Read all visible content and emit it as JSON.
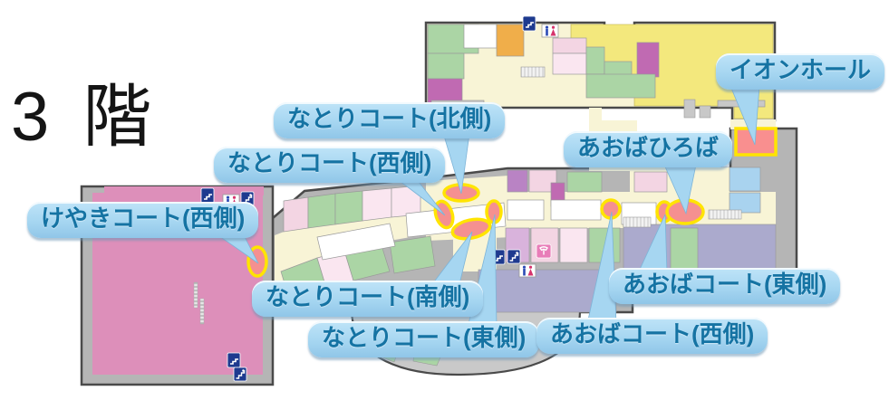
{
  "title": "3 階",
  "callouts": {
    "aeon_hall": {
      "label": "イオンホール"
    },
    "aoba_hiroba": {
      "label": "あおばひろば"
    },
    "natori_north": {
      "label": "なとりコート(北側)"
    },
    "natori_west": {
      "label": "なとりコート(西側)"
    },
    "keyaki_west": {
      "label": "けやきコート(西側)"
    },
    "natori_south": {
      "label": "なとりコート(南側)"
    },
    "natori_east": {
      "label": "なとりコート(東側)"
    },
    "aoba_court_east": {
      "label": "あおばコート(東側)"
    },
    "aoba_court_west": {
      "label": "あおばコート(西側)"
    }
  },
  "map": {
    "floor": "3F",
    "markers": [
      {
        "id": "keyaki-west-marker"
      },
      {
        "id": "natori-north-marker"
      },
      {
        "id": "natori-west-marker"
      },
      {
        "id": "natori-south-marker"
      },
      {
        "id": "natori-east-marker"
      },
      {
        "id": "aoba-court-west-marker"
      },
      {
        "id": "aoba-court-east-marker"
      },
      {
        "id": "aoba-hiroba-marker"
      },
      {
        "id": "aeon-hall-area"
      }
    ],
    "icons": [
      "escalator-icon",
      "stairs-icon",
      "restroom-icon",
      "phone-icon"
    ],
    "colors": {
      "marker_fill": "#f59090",
      "marker_ring": "#ffe400",
      "hall_fill": "#f98f8f",
      "callout_bg": "#a6d6f1",
      "callout_text": "#1573a3",
      "corridor": "#f8f4d6",
      "store_pink": "#dd8fba",
      "area_yellow": "#f3e87d",
      "area_lavender": "#abaacd",
      "shop_green": "#abd5a5",
      "shop_pink": "#f3d5e3",
      "shop_magenta": "#c06ab2",
      "shop_blue": "#a9d3ef",
      "shop_orange": "#f0ae4a"
    }
  }
}
